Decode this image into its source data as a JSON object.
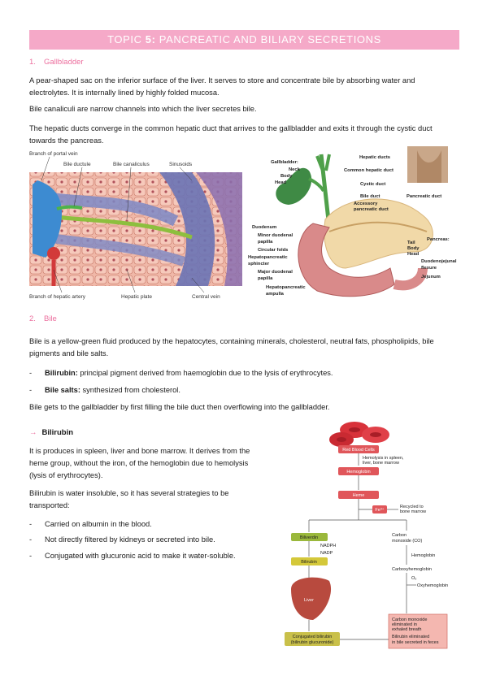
{
  "title": {
    "prefix": "TOPIC ",
    "number": "5:",
    "rest": " PANCREATIC AND BILIARY SECRETIONS"
  },
  "section1": {
    "number": "1.",
    "heading": "Gallbladder",
    "p1": "A pear-shaped sac on the inferior surface of the liver. It serves to store and concentrate bile by absorbing water and electrolytes. It is internally lined by highly folded mucosa.",
    "p2": "Bile canaliculi are narrow channels into which the liver secretes bile.",
    "p3": "The hepatic ducts converge in the common hepatic duct that arrives to the gallbladder and exits it through the cystic duct towards the pancreas."
  },
  "fig_liver": {
    "branch_portal_vein": "Branch of portal vein",
    "bile_ductule": "Bile ductule",
    "bile_canaliculus": "Bile canaliculus",
    "sinusoids": "Sinusoids",
    "branch_hepatic_artery": "Branch of hepatic artery",
    "hepatic_plate": "Hepatic plate",
    "central_vein": "Central vein"
  },
  "fig_gall": {
    "gallbladder": "Gallbladder:",
    "neck": "Neck",
    "body": "Body",
    "head": "Head",
    "hepatic_ducts": "Hepatic ducts",
    "common_hepatic_duct": "Common hepatic duct",
    "cystic_duct": "Cystic duct",
    "bile_duct": "Bile duct",
    "accessory": "Accessory",
    "pancreatic_duct_small": "pancreatic duct",
    "pancreatic_duct": "Pancreatic duct",
    "duodenum": "Duodenum",
    "minor_duodenal": "Minor duodenal",
    "papilla1": "papilla",
    "circular_folds": "Circular folds",
    "hepatopancreatic": "Hepatopancreatic",
    "sphincter": "sphincter",
    "major_duodenal": "Major duodenal",
    "papilla2": "papilla",
    "hepatopancreatic2": "Hepatopancreatic",
    "ampulla": "ampulla",
    "pancreas": "Pancreas:",
    "tail": "Tail",
    "p_body": "Body",
    "p_head": "Head",
    "duodenojejunal": "Duodenojejunal",
    "flexure": "flexure",
    "jejunum": "Jejunum"
  },
  "section2": {
    "number": "2.",
    "heading": "Bile",
    "p1": "Bile is a yellow-green fluid produced by the hepatocytes, containing minerals, cholesterol, neutral fats, phospholipids, bile pigments and bile salts.",
    "b1_term": "Bilirubin:",
    "b1_text": " principal pigment derived from haemoglobin due to the lysis of erythrocytes.",
    "b2_term": "Bile salts:",
    "b2_text": " synthesized from cholesterol.",
    "p2": "Bile gets to the gallbladder by first filling the bile duct then overflowing into the gallbladder."
  },
  "bilirubin": {
    "heading": "Bilirubin",
    "p1": "It is produces in spleen, liver and bone marrow. It derives from the heme group, without the iron, of the hemoglobin due to hemolysis (lysis of erythrocytes).",
    "p2": "Bilirubin is water insoluble, so it has several strategies to be transported:",
    "items": [
      "Carried on albumin in the blood.",
      "Not directly filtered by kidneys or secreted into bile.",
      "Conjugated with glucuronic acid to make it water-soluble."
    ]
  },
  "flow": {
    "rbc": "Red Blood Cells",
    "hemolysis1": "Hemolysis in spleen,",
    "hemolysis2": "liver, bone marrow",
    "hemoglobin": "Hemoglobin",
    "heme": "Heme",
    "fe": "Fe³⁺",
    "recycled1": "Recycled to",
    "recycled2": "bone marrow",
    "biliverdin": "Biliverdin",
    "nadph": "NADPH",
    "nadp": "NADP",
    "bilirubin": "Bilirubin",
    "liver": "Liver",
    "conj1": "Conjugated bilirubin",
    "conj2": "(bilirubin glucuronide)",
    "co1": "Carbon",
    "co2": "monoxide (CO)",
    "hemoglobin2": "Hemoglobin",
    "carboxy": "Carboxyhemoglobin",
    "o2": "O₂",
    "oxy": "Oxyhemoglobin",
    "elim1": "Carbon monoxide",
    "elim2": "eliminated in",
    "elim3": "exhaled breath",
    "elim4": "Bilirubin eliminated",
    "elim5": "in bile secreted in feces"
  }
}
